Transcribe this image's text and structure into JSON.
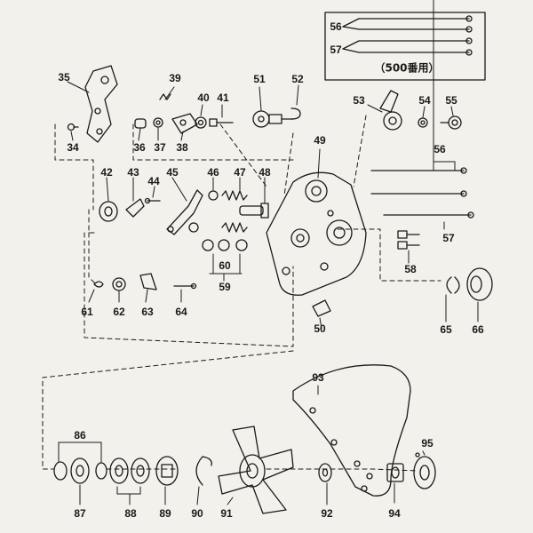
{
  "diagram": {
    "inset_note": "（500番用）",
    "callouts": [
      {
        "id": "c56a",
        "text": "56"
      },
      {
        "id": "c57a",
        "text": "57"
      },
      {
        "id": "c35",
        "text": "35"
      },
      {
        "id": "c39",
        "text": "39"
      },
      {
        "id": "c40",
        "text": "40"
      },
      {
        "id": "c41",
        "text": "41"
      },
      {
        "id": "c34",
        "text": "34"
      },
      {
        "id": "c36",
        "text": "36"
      },
      {
        "id": "c37",
        "text": "37"
      },
      {
        "id": "c38",
        "text": "38"
      },
      {
        "id": "c51",
        "text": "51"
      },
      {
        "id": "c52",
        "text": "52"
      },
      {
        "id": "c53",
        "text": "53"
      },
      {
        "id": "c54",
        "text": "54"
      },
      {
        "id": "c55",
        "text": "55"
      },
      {
        "id": "c49",
        "text": "49"
      },
      {
        "id": "c56b",
        "text": "56"
      },
      {
        "id": "c57b",
        "text": "57"
      },
      {
        "id": "c58",
        "text": "58"
      },
      {
        "id": "c42",
        "text": "42"
      },
      {
        "id": "c43",
        "text": "43"
      },
      {
        "id": "c44",
        "text": "44"
      },
      {
        "id": "c45",
        "text": "45"
      },
      {
        "id": "c46",
        "text": "46"
      },
      {
        "id": "c47",
        "text": "47"
      },
      {
        "id": "c48",
        "text": "48"
      },
      {
        "id": "c60",
        "text": "60"
      },
      {
        "id": "c59",
        "text": "59"
      },
      {
        "id": "c61",
        "text": "61"
      },
      {
        "id": "c62",
        "text": "62"
      },
      {
        "id": "c63",
        "text": "63"
      },
      {
        "id": "c64",
        "text": "64"
      },
      {
        "id": "c50",
        "text": "50"
      },
      {
        "id": "c65",
        "text": "65"
      },
      {
        "id": "c66",
        "text": "66"
      },
      {
        "id": "c93",
        "text": "93"
      },
      {
        "id": "c86",
        "text": "86"
      },
      {
        "id": "c95",
        "text": "95"
      },
      {
        "id": "c87",
        "text": "87"
      },
      {
        "id": "c88",
        "text": "88"
      },
      {
        "id": "c89",
        "text": "89"
      },
      {
        "id": "c90",
        "text": "90"
      },
      {
        "id": "c91",
        "text": "91"
      },
      {
        "id": "c92",
        "text": "92"
      },
      {
        "id": "c94",
        "text": "94"
      }
    ]
  }
}
